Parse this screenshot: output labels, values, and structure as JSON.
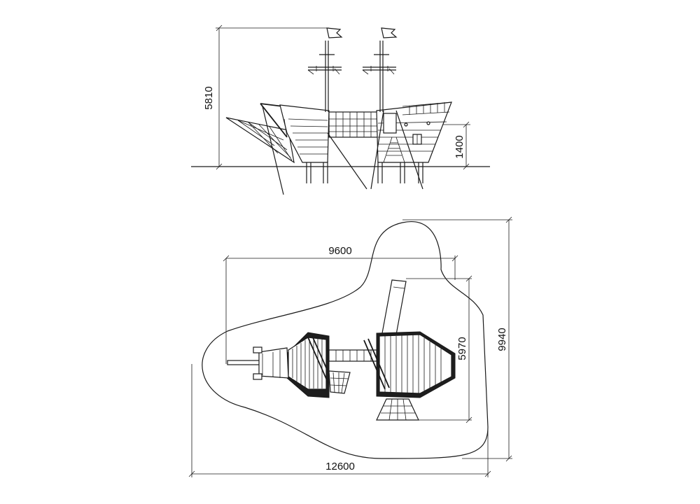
{
  "dimensions": {
    "total_height": "5810",
    "platform_height": "1400",
    "ship_length": "9600",
    "ship_width": "5970",
    "area_width": "12600",
    "area_depth": "9940"
  },
  "colors": {
    "line": "#1a1a1a",
    "fill_dark": "#1e1e1e",
    "background": "#ffffff"
  }
}
